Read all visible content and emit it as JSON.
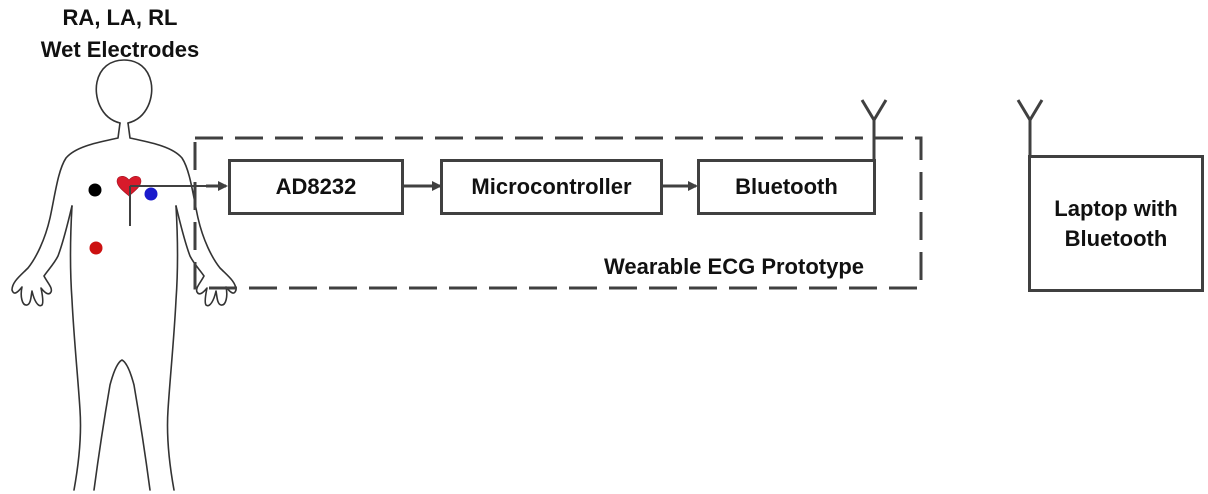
{
  "electrode_caption": {
    "line1": "RA, LA, RL",
    "line2": "Wet Electrodes"
  },
  "blocks": {
    "sensor": "AD8232",
    "mcu": "Microcontroller",
    "radio": "Bluetooth",
    "host_line1": "Laptop with",
    "host_line2": "Bluetooth"
  },
  "group_label": "Wearable ECG Prototype",
  "colors": {
    "line": "#404040",
    "electrode_ra": "#000000",
    "electrode_la": "#1a1acc",
    "electrode_rl": "#cc1111",
    "heart": "#d81b2b"
  }
}
